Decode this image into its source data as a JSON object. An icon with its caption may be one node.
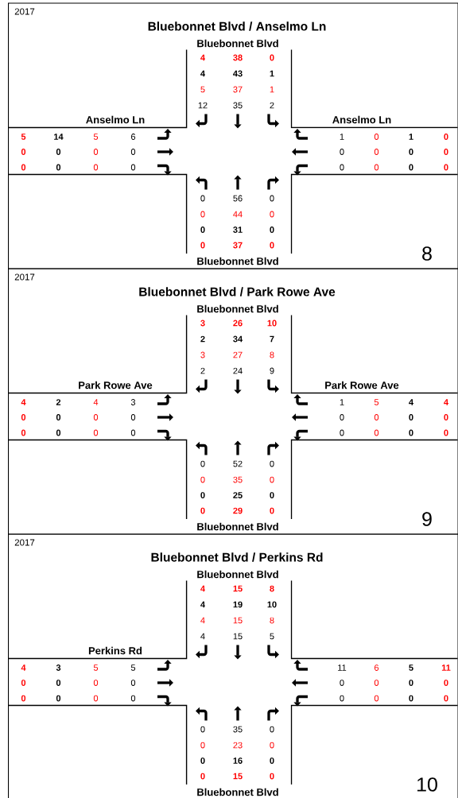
{
  "diagram": {
    "nodes": [
      {
        "text": [
          "2017",
          "Bluebonnet Blvd / Anselmo Ln",
          "Bluebonnet Blvd",
          "Anselmo Ln",
          "Anselmo Ln",
          "Bluebonnet Blvd",
          "8"
        ]
      },
      {
        "text": [
          "2017",
          "Bluebonnet Blvd / Park Rowe Ave",
          "Bluebonnet Blvd",
          "Park Rowe Ave",
          "Park Rowe Ave",
          "Bluebonnet Blvd",
          "9"
        ]
      },
      {
        "text": [
          "2017",
          "Bluebonnet Blvd / Perkins Rd",
          "Bluebonnet Blvd",
          "Perkins Rd",
          "Bluebonnet Blvd",
          "10"
        ]
      }
    ],
    "labels": [
      "4",
      "38",
      "0",
      "4",
      "43",
      "1",
      "5",
      "37",
      "1",
      "12",
      "35",
      "2",
      "5",
      "14",
      "5",
      "6",
      "1",
      "0",
      "1",
      "0",
      "0",
      "0",
      "0",
      "0",
      "0",
      "0",
      "0",
      "0",
      "0",
      "0",
      "0",
      "0",
      "0",
      "0",
      "0",
      "0",
      "0",
      "56",
      "0",
      "0",
      "44",
      "0",
      "0",
      "31",
      "0",
      "0",
      "37",
      "0",
      "3",
      "26",
      "10",
      "2",
      "34",
      "7",
      "3",
      "27",
      "8",
      "2",
      "24",
      "9",
      "4",
      "2",
      "4",
      "3",
      "1",
      "5",
      "4",
      "4",
      "0",
      "0",
      "0",
      "0",
      "0",
      "0",
      "0",
      "0",
      "0",
      "0",
      "0",
      "0",
      "0",
      "0",
      "0",
      "0",
      "0",
      "52",
      "0",
      "0",
      "35",
      "0",
      "0",
      "25",
      "0",
      "0",
      "29",
      "0",
      "4",
      "15",
      "8",
      "4",
      "19",
      "10",
      "4",
      "15",
      "8",
      "4",
      "15",
      "5",
      "4",
      "3",
      "5",
      "5",
      "11",
      "6",
      "5",
      "11",
      "0",
      "0",
      "0",
      "0",
      "0",
      "0",
      "0",
      "0",
      "0",
      "0",
      "0",
      "0",
      "0",
      "0",
      "0",
      "0",
      "0",
      "35",
      "0",
      "0",
      "23",
      "0",
      "0",
      "16",
      "0",
      "0",
      "15",
      "0"
    ]
  }
}
